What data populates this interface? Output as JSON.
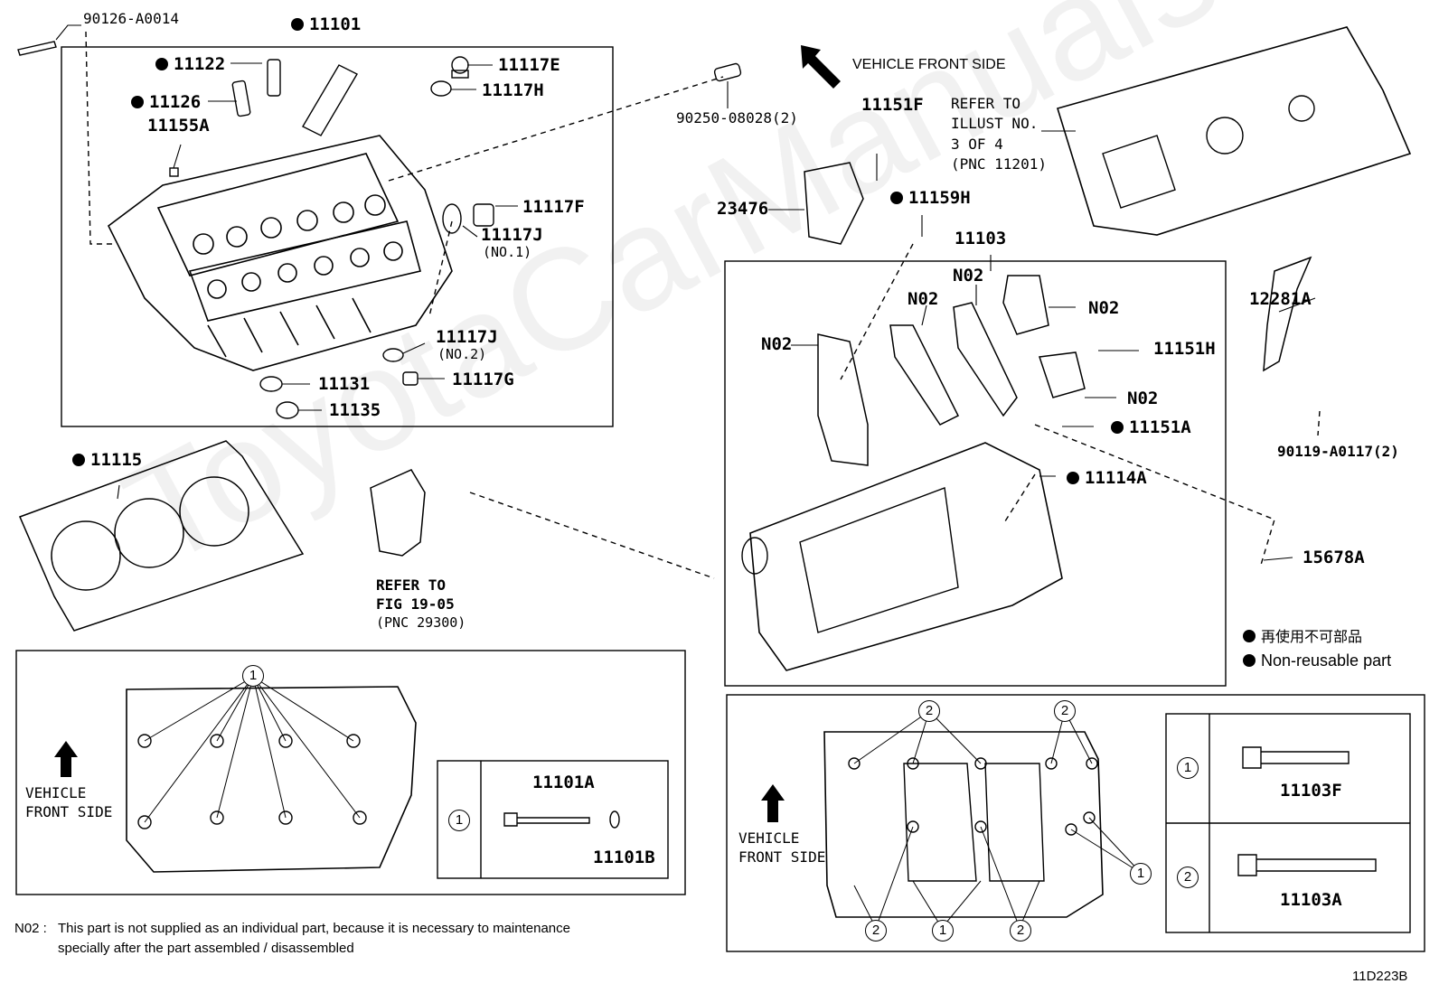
{
  "watermark": "ToyotaCarManuals",
  "diagram_id": "11D223B",
  "vehicle_front_side_top": "VEHICLE FRONT SIDE",
  "vehicle_front_side_bl": [
    "VEHICLE",
    "FRONT SIDE"
  ],
  "vehicle_front_side_br": [
    "VEHICLE",
    "FRONT SIDE"
  ],
  "legend": {
    "jp": "再使用不可部品",
    "en": "Non-reusable part"
  },
  "note": {
    "prefix": "N02 :",
    "line1": "This part is not supplied as an individual part, because it is necessary to maintenance",
    "line2": "specially after the part assembled / disassembled"
  },
  "refer_top": {
    "line1": "REFER TO",
    "line2": "ILLUST NO.",
    "line3": "3 OF 4",
    "line4": "(PNC 11201)"
  },
  "refer_fig": {
    "line1": "REFER TO",
    "line2": "FIG 19-05",
    "line3": "(PNC 29300)"
  },
  "parts": {
    "p90126": "90126-A0014",
    "p11101": "11101",
    "p11122": "11122",
    "p11126": "11126",
    "p11155A": "11155A",
    "p11117E": "11117E",
    "p11117H": "11117H",
    "p90250": "90250-08028(2)",
    "p11117F": "11117F",
    "p11117J1": "11117J",
    "p11117J1n": "(NO.1)",
    "p11117J2": "11117J",
    "p11117J2n": "(NO.2)",
    "p11131": "11131",
    "p11117G": "11117G",
    "p11135": "11135",
    "p11115": "11115",
    "p11151F": "11151F",
    "p23476": "23476",
    "p11159H": "11159H",
    "p11103": "11103",
    "p12281A": "12281A",
    "p90119": "90119-A0117(2)",
    "p11151H": "11151H",
    "p11151A": "11151A",
    "p11114A": "11114A",
    "p15678A": "15678A",
    "n02": "N02",
    "p11101A": "11101A",
    "p11101B": "11101B",
    "p11103F": "11103F",
    "p11103A": "11103A"
  },
  "callouts": {
    "one": "1",
    "two": "2"
  }
}
